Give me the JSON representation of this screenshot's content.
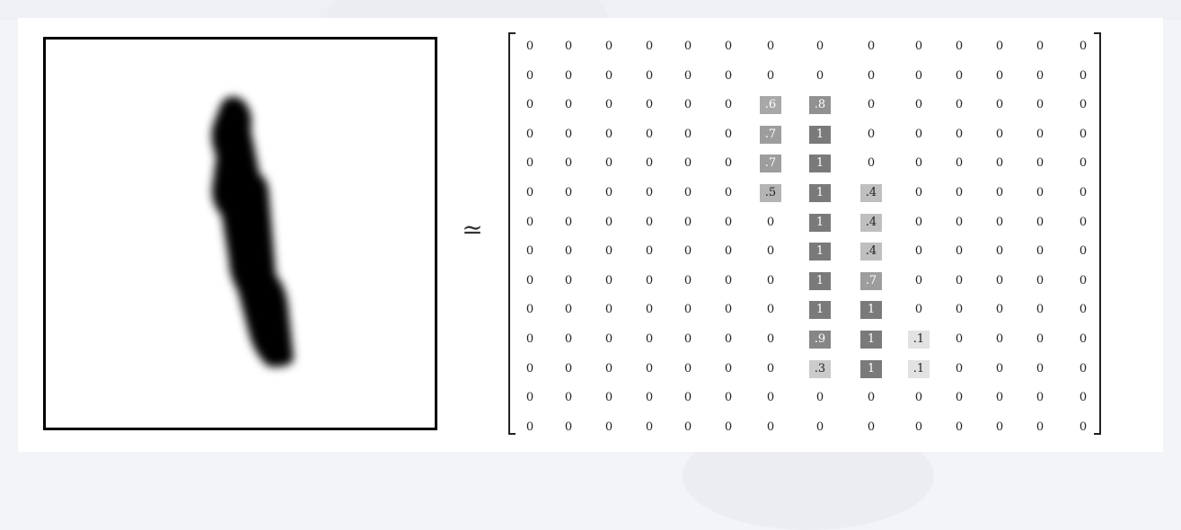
{
  "approx_symbol": "≃",
  "matrix": {
    "rows": [
      [
        "0",
        "0",
        "0",
        "0",
        "0",
        "0",
        "0",
        "0",
        "0",
        "0",
        "0",
        "0",
        "0",
        "0"
      ],
      [
        "0",
        "0",
        "0",
        "0",
        "0",
        "0",
        "0",
        "0",
        "0",
        "0",
        "0",
        "0",
        "0",
        "0"
      ],
      [
        "0",
        "0",
        "0",
        "0",
        "0",
        "0",
        ".6",
        ".8",
        "0",
        "0",
        "0",
        "0",
        "0",
        "0"
      ],
      [
        "0",
        "0",
        "0",
        "0",
        "0",
        "0",
        ".7",
        "1",
        "0",
        "0",
        "0",
        "0",
        "0",
        "0"
      ],
      [
        "0",
        "0",
        "0",
        "0",
        "0",
        "0",
        ".7",
        "1",
        "0",
        "0",
        "0",
        "0",
        "0",
        "0"
      ],
      [
        "0",
        "0",
        "0",
        "0",
        "0",
        "0",
        ".5",
        "1",
        ".4",
        "0",
        "0",
        "0",
        "0",
        "0"
      ],
      [
        "0",
        "0",
        "0",
        "0",
        "0",
        "0",
        "0",
        "1",
        ".4",
        "0",
        "0",
        "0",
        "0",
        "0"
      ],
      [
        "0",
        "0",
        "0",
        "0",
        "0",
        "0",
        "0",
        "1",
        ".4",
        "0",
        "0",
        "0",
        "0",
        "0"
      ],
      [
        "0",
        "0",
        "0",
        "0",
        "0",
        "0",
        "0",
        "1",
        ".7",
        "0",
        "0",
        "0",
        "0",
        "0"
      ],
      [
        "0",
        "0",
        "0",
        "0",
        "0",
        "0",
        "0",
        "1",
        "1",
        "0",
        "0",
        "0",
        "0",
        "0"
      ],
      [
        "0",
        "0",
        "0",
        "0",
        "0",
        "0",
        "0",
        ".9",
        "1",
        ".1",
        "0",
        "0",
        "0",
        "0"
      ],
      [
        "0",
        "0",
        "0",
        "0",
        "0",
        "0",
        "0",
        ".3",
        "1",
        ".1",
        "0",
        "0",
        "0",
        "0"
      ],
      [
        "0",
        "0",
        "0",
        "0",
        "0",
        "0",
        "0",
        "0",
        "0",
        "0",
        "0",
        "0",
        "0",
        "0"
      ],
      [
        "0",
        "0",
        "0",
        "0",
        "0",
        "0",
        "0",
        "0",
        "0",
        "0",
        "0",
        "0",
        "0",
        "0"
      ]
    ]
  },
  "colors": {
    "ink": "#000000",
    "shade_dark": "#7a7a7a",
    "shade_light": "#e2e2e2"
  }
}
